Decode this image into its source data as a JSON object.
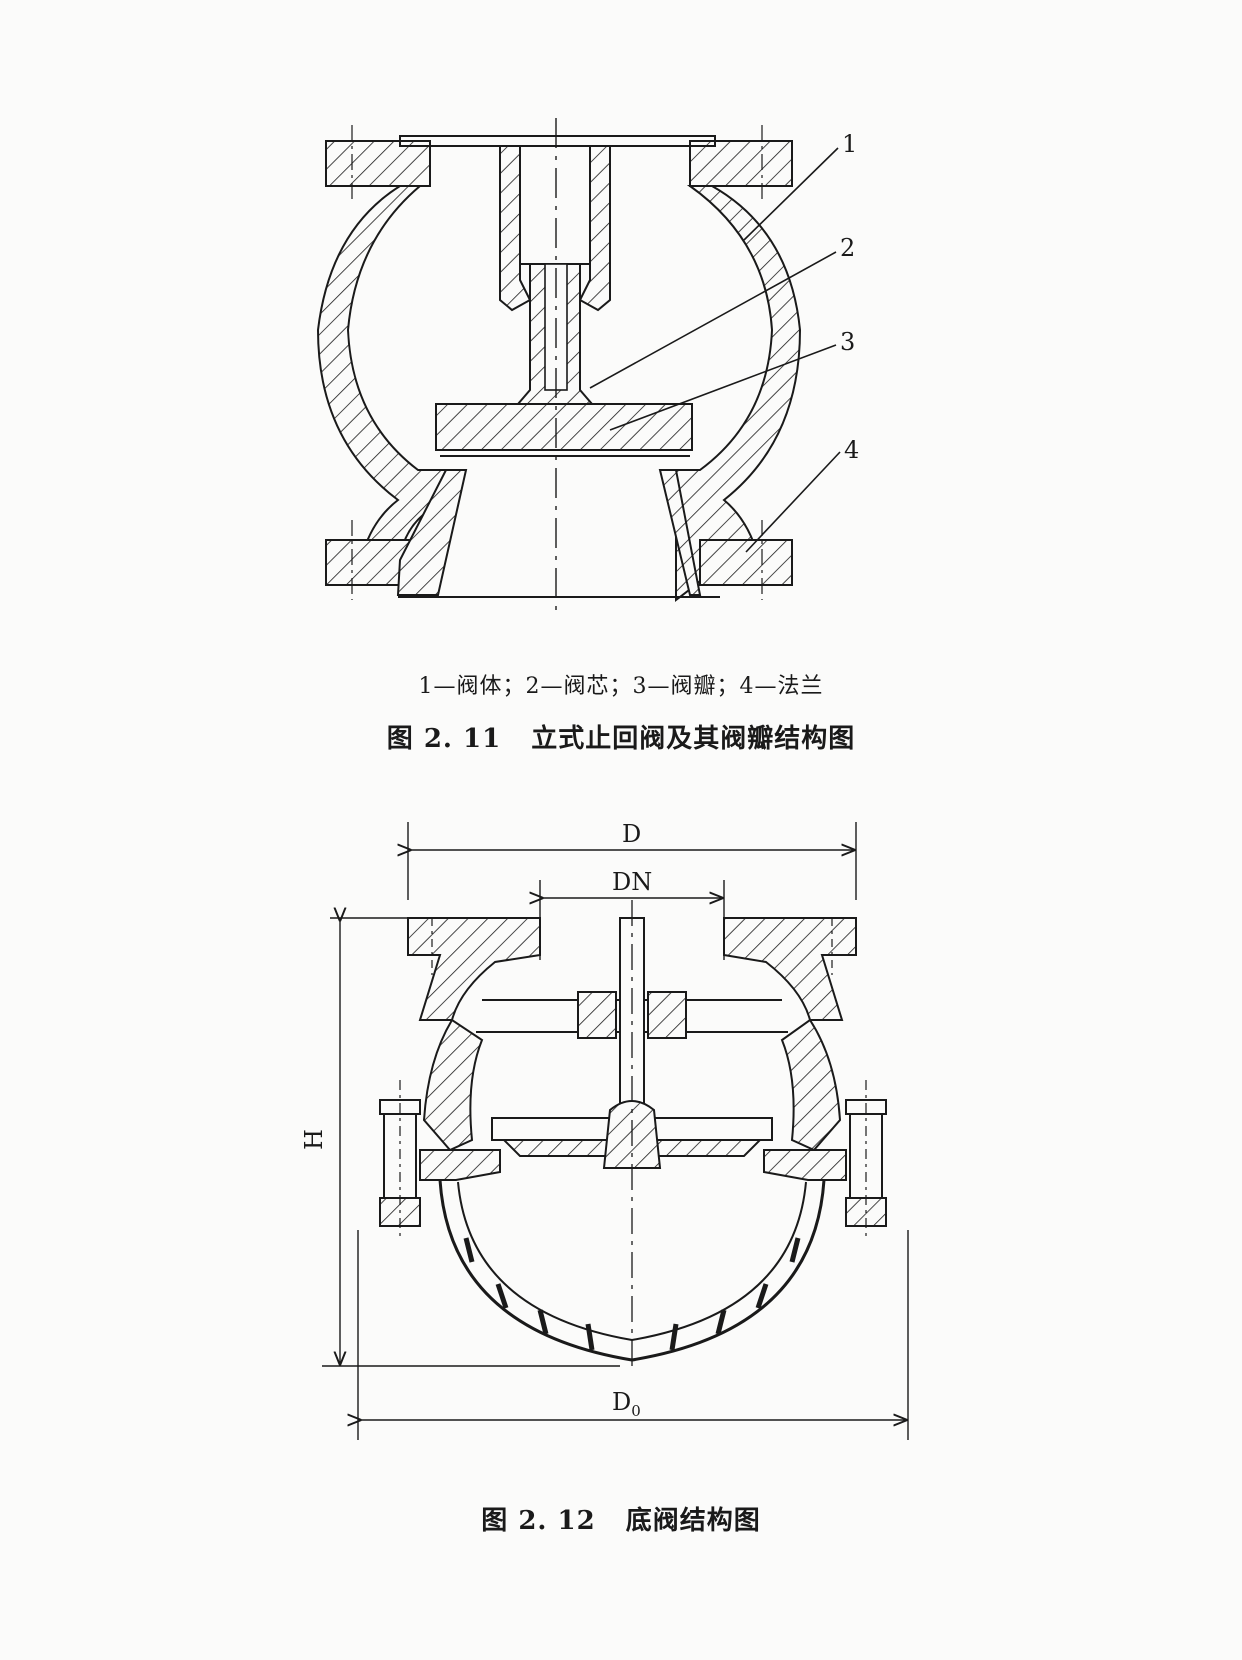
{
  "figure1": {
    "callouts": [
      "1",
      "2",
      "3",
      "4"
    ],
    "legend": "1—阀体；2—阀芯；3—阀瓣；4—法兰",
    "caption_number": "图 2. 11",
    "caption_title": "立式止回阀及其阀瓣结构图"
  },
  "figure2": {
    "dim_D": "D",
    "dim_DN": "DN",
    "dim_H": "H",
    "dim_D0": "D",
    "dim_D0_sub": "0",
    "caption_number": "图 2. 12",
    "caption_title": "底阀结构图"
  }
}
